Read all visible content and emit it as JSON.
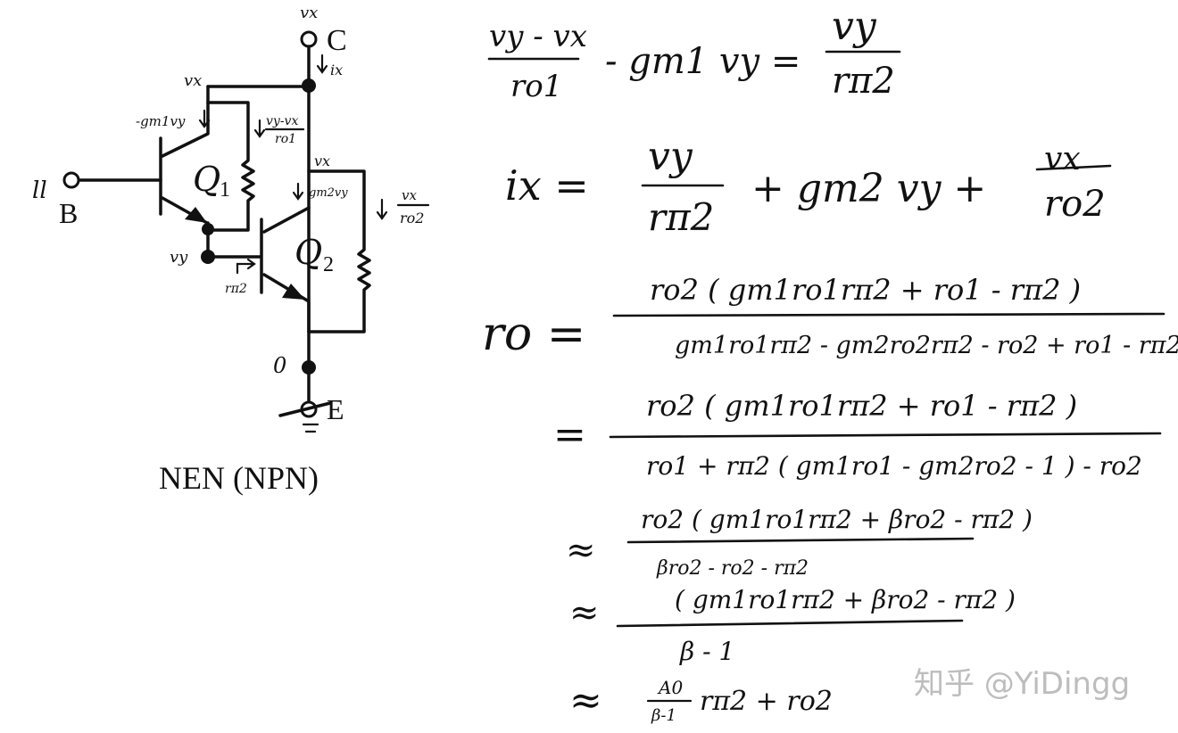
{
  "circuit": {
    "title": "NEN (NPN)",
    "terminal_c": "C",
    "terminal_b": "B",
    "terminal_e": "E",
    "transistor_q1": "Q",
    "transistor_q1_sub": "1",
    "transistor_q2": "Q",
    "transistor_q2_sub": "2",
    "label_vx_top": "vx",
    "label_ix": "ix",
    "label_gm1vy": "-gm1vy",
    "label_ro1_num": "vy-vx",
    "label_ro1_den": "ro1",
    "label_vx_mid": "vx",
    "label_gm2vy": "gm2vy",
    "label_ro2_num": "vx",
    "label_ro2_den": "ro2",
    "label_vy": "vy",
    "label_rpi2": "rπ2",
    "label_zero": "0",
    "label_b_mark": "ll"
  },
  "equations": {
    "eq1_lhs_num": "vy - vx",
    "eq1_lhs_den": "ro1",
    "eq1_mid": "- gm1 vy  =",
    "eq1_rhs_num": "vy",
    "eq1_rhs_den": "rπ2",
    "eq2_lhs": "ix =",
    "eq2_t1_num": "vy",
    "eq2_t1_den": "rπ2",
    "eq2_mid": "+  gm2 vy  +",
    "eq2_t3_num": "vx",
    "eq2_t3_den": "ro2",
    "eq3_lhs": "ro  =",
    "eq3_num": "ro2 ( gm1ro1rπ2 + ro1 - rπ2 )",
    "eq3_den": "gm1ro1rπ2 - gm2ro2rπ2 - ro2 + ro1 - rπ2",
    "eq4_lhs": "=",
    "eq4_num": "ro2 ( gm1ro1rπ2 + ro1 - rπ2 )",
    "eq4_den": "ro1 + rπ2 ( gm1ro1 - gm2ro2 - 1 ) - ro2",
    "eq5_lhs": "≈",
    "eq5_num": "ro2 ( gm1ro1rπ2 + βro2 - rπ2 )",
    "eq5_den": "βro2 - ro2 - rπ2",
    "eq6_lhs": "≈",
    "eq6_num": "( gm1ro1rπ2 + βro2 - rπ2 )",
    "eq6_den": "β - 1",
    "eq7_lhs": "≈",
    "eq7_frac_num": "A0",
    "eq7_frac_den": "β-1",
    "eq7_rest": "rπ2 + ro2"
  },
  "watermark": "知乎 @YiDingg"
}
